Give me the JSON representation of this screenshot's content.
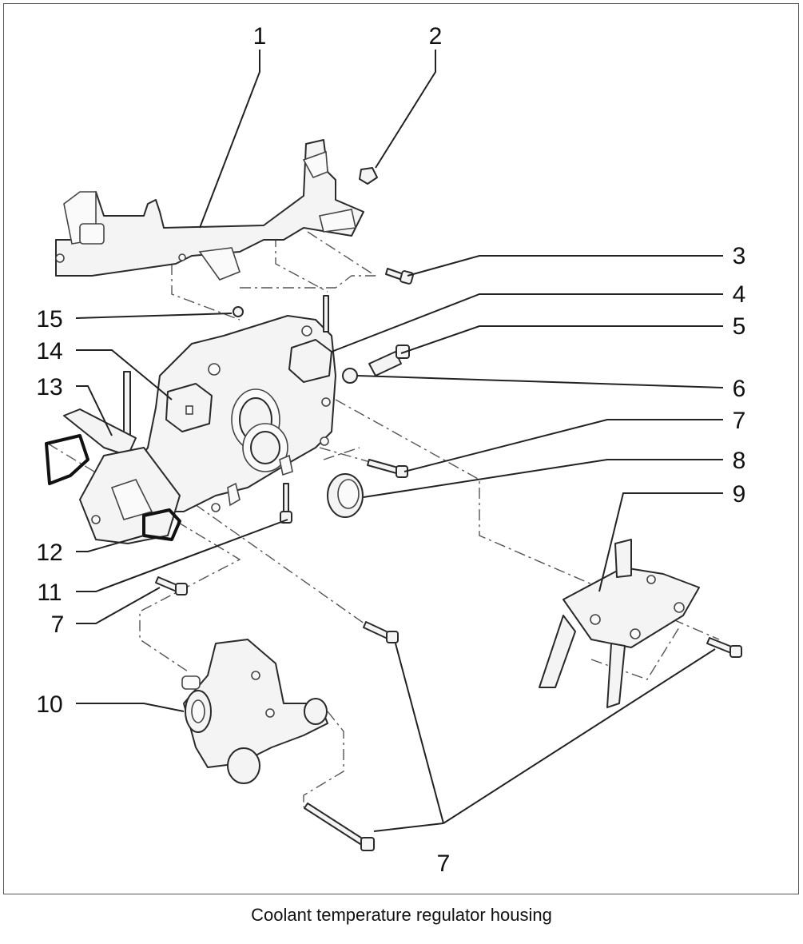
{
  "caption": "Coolant temperature regulator housing",
  "callouts": {
    "c1": "1",
    "c2": "2",
    "c3": "3",
    "c4": "4",
    "c5": "5",
    "c6": "6",
    "c7a": "7",
    "c8": "8",
    "c9": "9",
    "c10": "10",
    "c11": "11",
    "c12": "12",
    "c13": "13",
    "c14": "14",
    "c15": "15",
    "c7b": "7",
    "c7c": "7"
  }
}
